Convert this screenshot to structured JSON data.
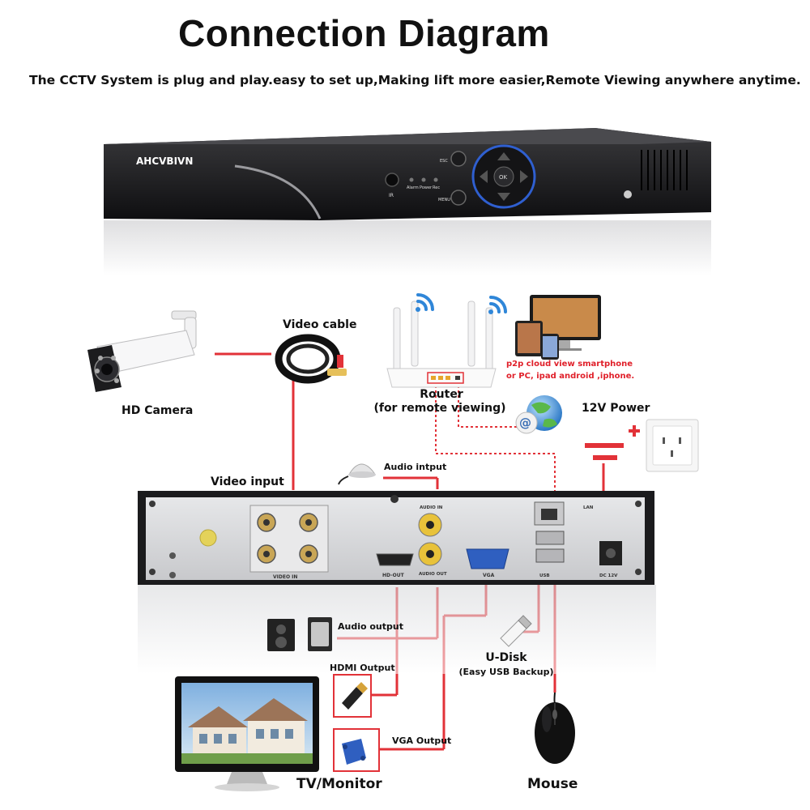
{
  "title": "Connection Diagram",
  "subtitle": "The CCTV System is plug and play.easy to set up,Making lift more easier,Remote Viewing anywhere anytime.",
  "dvr_front": {
    "brand": "AHCVBIVN",
    "ir_label": "IR",
    "led_labels": [
      "Alarm",
      "Power",
      "Rec"
    ],
    "esc_label": "ESC",
    "menu_label": "MENU",
    "ok_label": "OK"
  },
  "dvr_back": {
    "port_labels": {
      "video_in": "VIDEO IN",
      "hd_out": "HD-OUT",
      "audio_in": "AUDIO IN",
      "audio_out": "AUDIO OUT",
      "vga": "VGA",
      "usb": "USB",
      "lan": "LAN",
      "dc": "DC 12V"
    }
  },
  "labels": {
    "video_cable": "Video cable",
    "hd_camera": "HD Camera",
    "router": "Router",
    "router_note": "(for remote viewing)",
    "p2p_note_1": "p2p cloud  view smartphone",
    "p2p_note_2": "or PC, ipad android ,iphone.",
    "power": "12V Power",
    "video_input": "Video input",
    "audio_input": "Audio intput",
    "audio_output": "Audio output",
    "hdmi_output": "HDMI Output",
    "vga_output": "VGA Output",
    "udisk": "U-Disk",
    "udisk_note": "(Easy USB Backup)",
    "tv_monitor": "TV/Monitor",
    "mouse": "Mouse"
  },
  "colors": {
    "cable_red": "#e23238",
    "note_red": "#e0202a",
    "dvr_black": "#1b1b1d",
    "panel_grey": "#d9dadc",
    "wifi_blue": "#2f86d8"
  }
}
